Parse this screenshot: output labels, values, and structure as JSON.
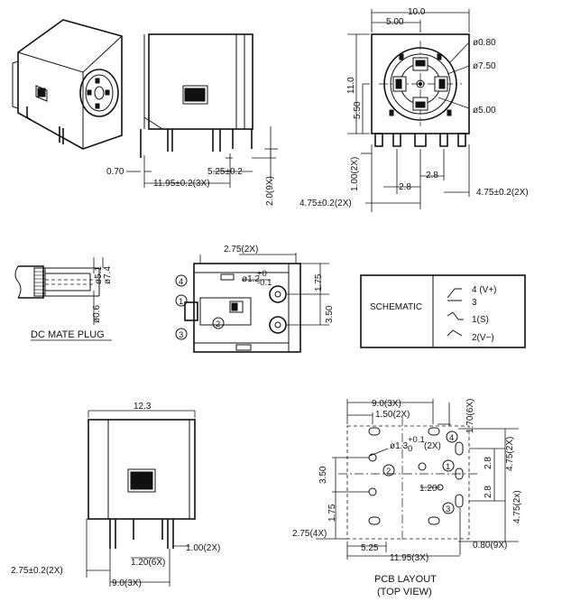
{
  "dimensions": {
    "top_width": "10.0",
    "top_half_width": "5.00",
    "hole_080": "ø0.80",
    "hole_750": "ø7.50",
    "hole_500": "ø5.00",
    "height_110": "11.0",
    "height_550": "5.50",
    "pin_100_2x": "1.00(2X)",
    "pin_pitch_28": "2.8",
    "pin_pitch_28b": "2.8",
    "pin_475_left": "4.75±0.2(2X)",
    "pin_475_right": "4.75±0.2(2X)",
    "side_070": "0.70",
    "side_525": "5.25±0.2",
    "side_1195": "11.95±0.2(3X)",
    "side_20_9x": "2.0(9X)",
    "plug_51": "ø5.1",
    "plug_74": "ø7.4",
    "plug_06": "ø0.6",
    "bottom_275_2x": "2.75(2X)",
    "bottom_hole": "ø1.2",
    "bottom_hole_tol_up": "+0",
    "bottom_hole_tol_dn": "-0.1",
    "bottom_175": "1.75",
    "bottom_350": "3.50",
    "front_123": "12.3",
    "front_100_2x": "1.00(2X)",
    "front_120_6x": "1.20(6X)",
    "front_275": "2.75±0.2(2X)",
    "front_90_3x": "9.0(3X)",
    "pcb_90_3x": "9.0(3X)",
    "pcb_150_2x": "1.50(2X)",
    "pcb_170_6x": "1.70(6X)",
    "pcb_hole": "ø1.3",
    "pcb_hole_tol_up": "+0.1",
    "pcb_hole_tol_dn": "0",
    "pcb_hole_count": "(2X)",
    "pcb_475_2x_a": "4.75(2X)",
    "pcb_475_2x_b": "4.75(2x)",
    "pcb_28_a": "2.8",
    "pcb_28_b": "2.8",
    "pcb_120": "1.20",
    "pcb_350": "3.50",
    "pcb_175": "1.75",
    "pcb_275_4x": "2.75(4X)",
    "pcb_525": "5.25",
    "pcb_1195_3x": "11.95(3X)",
    "pcb_080_9x": "0.80(9X)"
  },
  "pins": {
    "p1": "1",
    "p2": "2",
    "p3": "3",
    "p4": "4"
  },
  "labels": {
    "dc_mate_plug": "DC MATE PLUG",
    "schematic": "SCHEMATIC",
    "pcb_layout": "PCB LAYOUT",
    "top_view": "(TOP VIEW)"
  },
  "schematic_pins": {
    "s4": "4  (V+)",
    "s3": "3",
    "s1": "1(S)",
    "s2": "2(V−)"
  }
}
